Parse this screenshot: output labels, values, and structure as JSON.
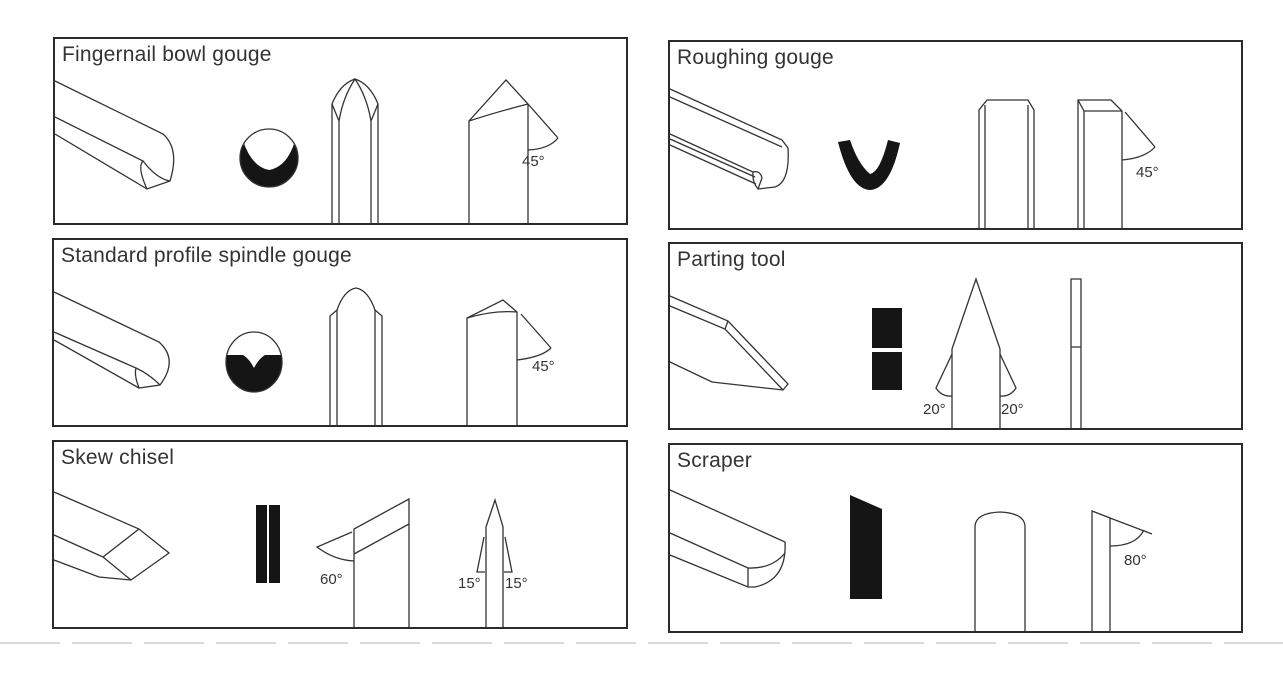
{
  "figure": {
    "type": "woodturning tool profile reference",
    "views_per_tool": [
      "side view",
      "cross-section",
      "top view",
      "bevel angle"
    ]
  },
  "panels": [
    {
      "id": "fingernail",
      "title": "Fingernail bowl gouge",
      "angles": [
        "45°"
      ],
      "cross_section": "round bar, deep U flute"
    },
    {
      "id": "roughing",
      "title": "Roughing gouge",
      "angles": [
        "45°"
      ],
      "cross_section": "U-shaped"
    },
    {
      "id": "spindle",
      "title": "Standard profile spindle gouge",
      "angles": [
        "45°"
      ],
      "cross_section": "round bar, shallow flute"
    },
    {
      "id": "parting",
      "title": "Parting tool",
      "angles": [
        "20°",
        "20°"
      ],
      "cross_section": "rectangular with center line"
    },
    {
      "id": "skew",
      "title": "Skew chisel",
      "angles": [
        "60°",
        "15°",
        "15°"
      ],
      "cross_section": "two flat bars"
    },
    {
      "id": "scraper",
      "title": "Scraper",
      "angles": [
        "80°"
      ],
      "cross_section": "angled rectangle"
    }
  ],
  "labels": {
    "fingernail_angle": "45°",
    "roughing_angle": "45°",
    "spindle_angle": "45°",
    "parting_angle_left": "20°",
    "parting_angle_right": "20°",
    "skew_angle_side": "60°",
    "skew_angle_left": "15°",
    "skew_angle_right": "15°",
    "scraper_angle": "80°"
  }
}
